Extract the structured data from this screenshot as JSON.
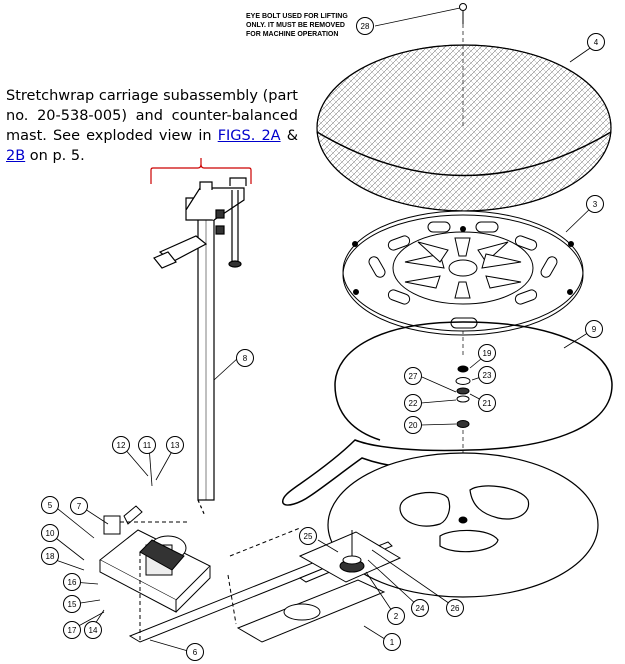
{
  "note": {
    "text_before": "Stretchwrap carriage subassembly (part no. 20-538-005) and counter-balanced mast. See exploded view in ",
    "link1": "FIGS. 2A",
    "amp": " & ",
    "link2": "2B",
    "text_after": " on p. 5."
  },
  "warning": {
    "line1": "EYE BOLT USED FOR LIFTING",
    "line2": "ONLY. IT MUST BE REMOVED",
    "line3": "FOR MACHINE OPERATION"
  },
  "balloons": [
    "28",
    "4",
    "3",
    "9",
    "19",
    "23",
    "27",
    "21",
    "22",
    "20",
    "8",
    "12",
    "11",
    "13",
    "5",
    "7",
    "10",
    "18",
    "16",
    "15",
    "17",
    "14",
    "6",
    "25",
    "2",
    "24",
    "26",
    "1"
  ],
  "colors": {
    "link": "#0000cc",
    "bracket": "#cc0000",
    "line": "#000000"
  }
}
